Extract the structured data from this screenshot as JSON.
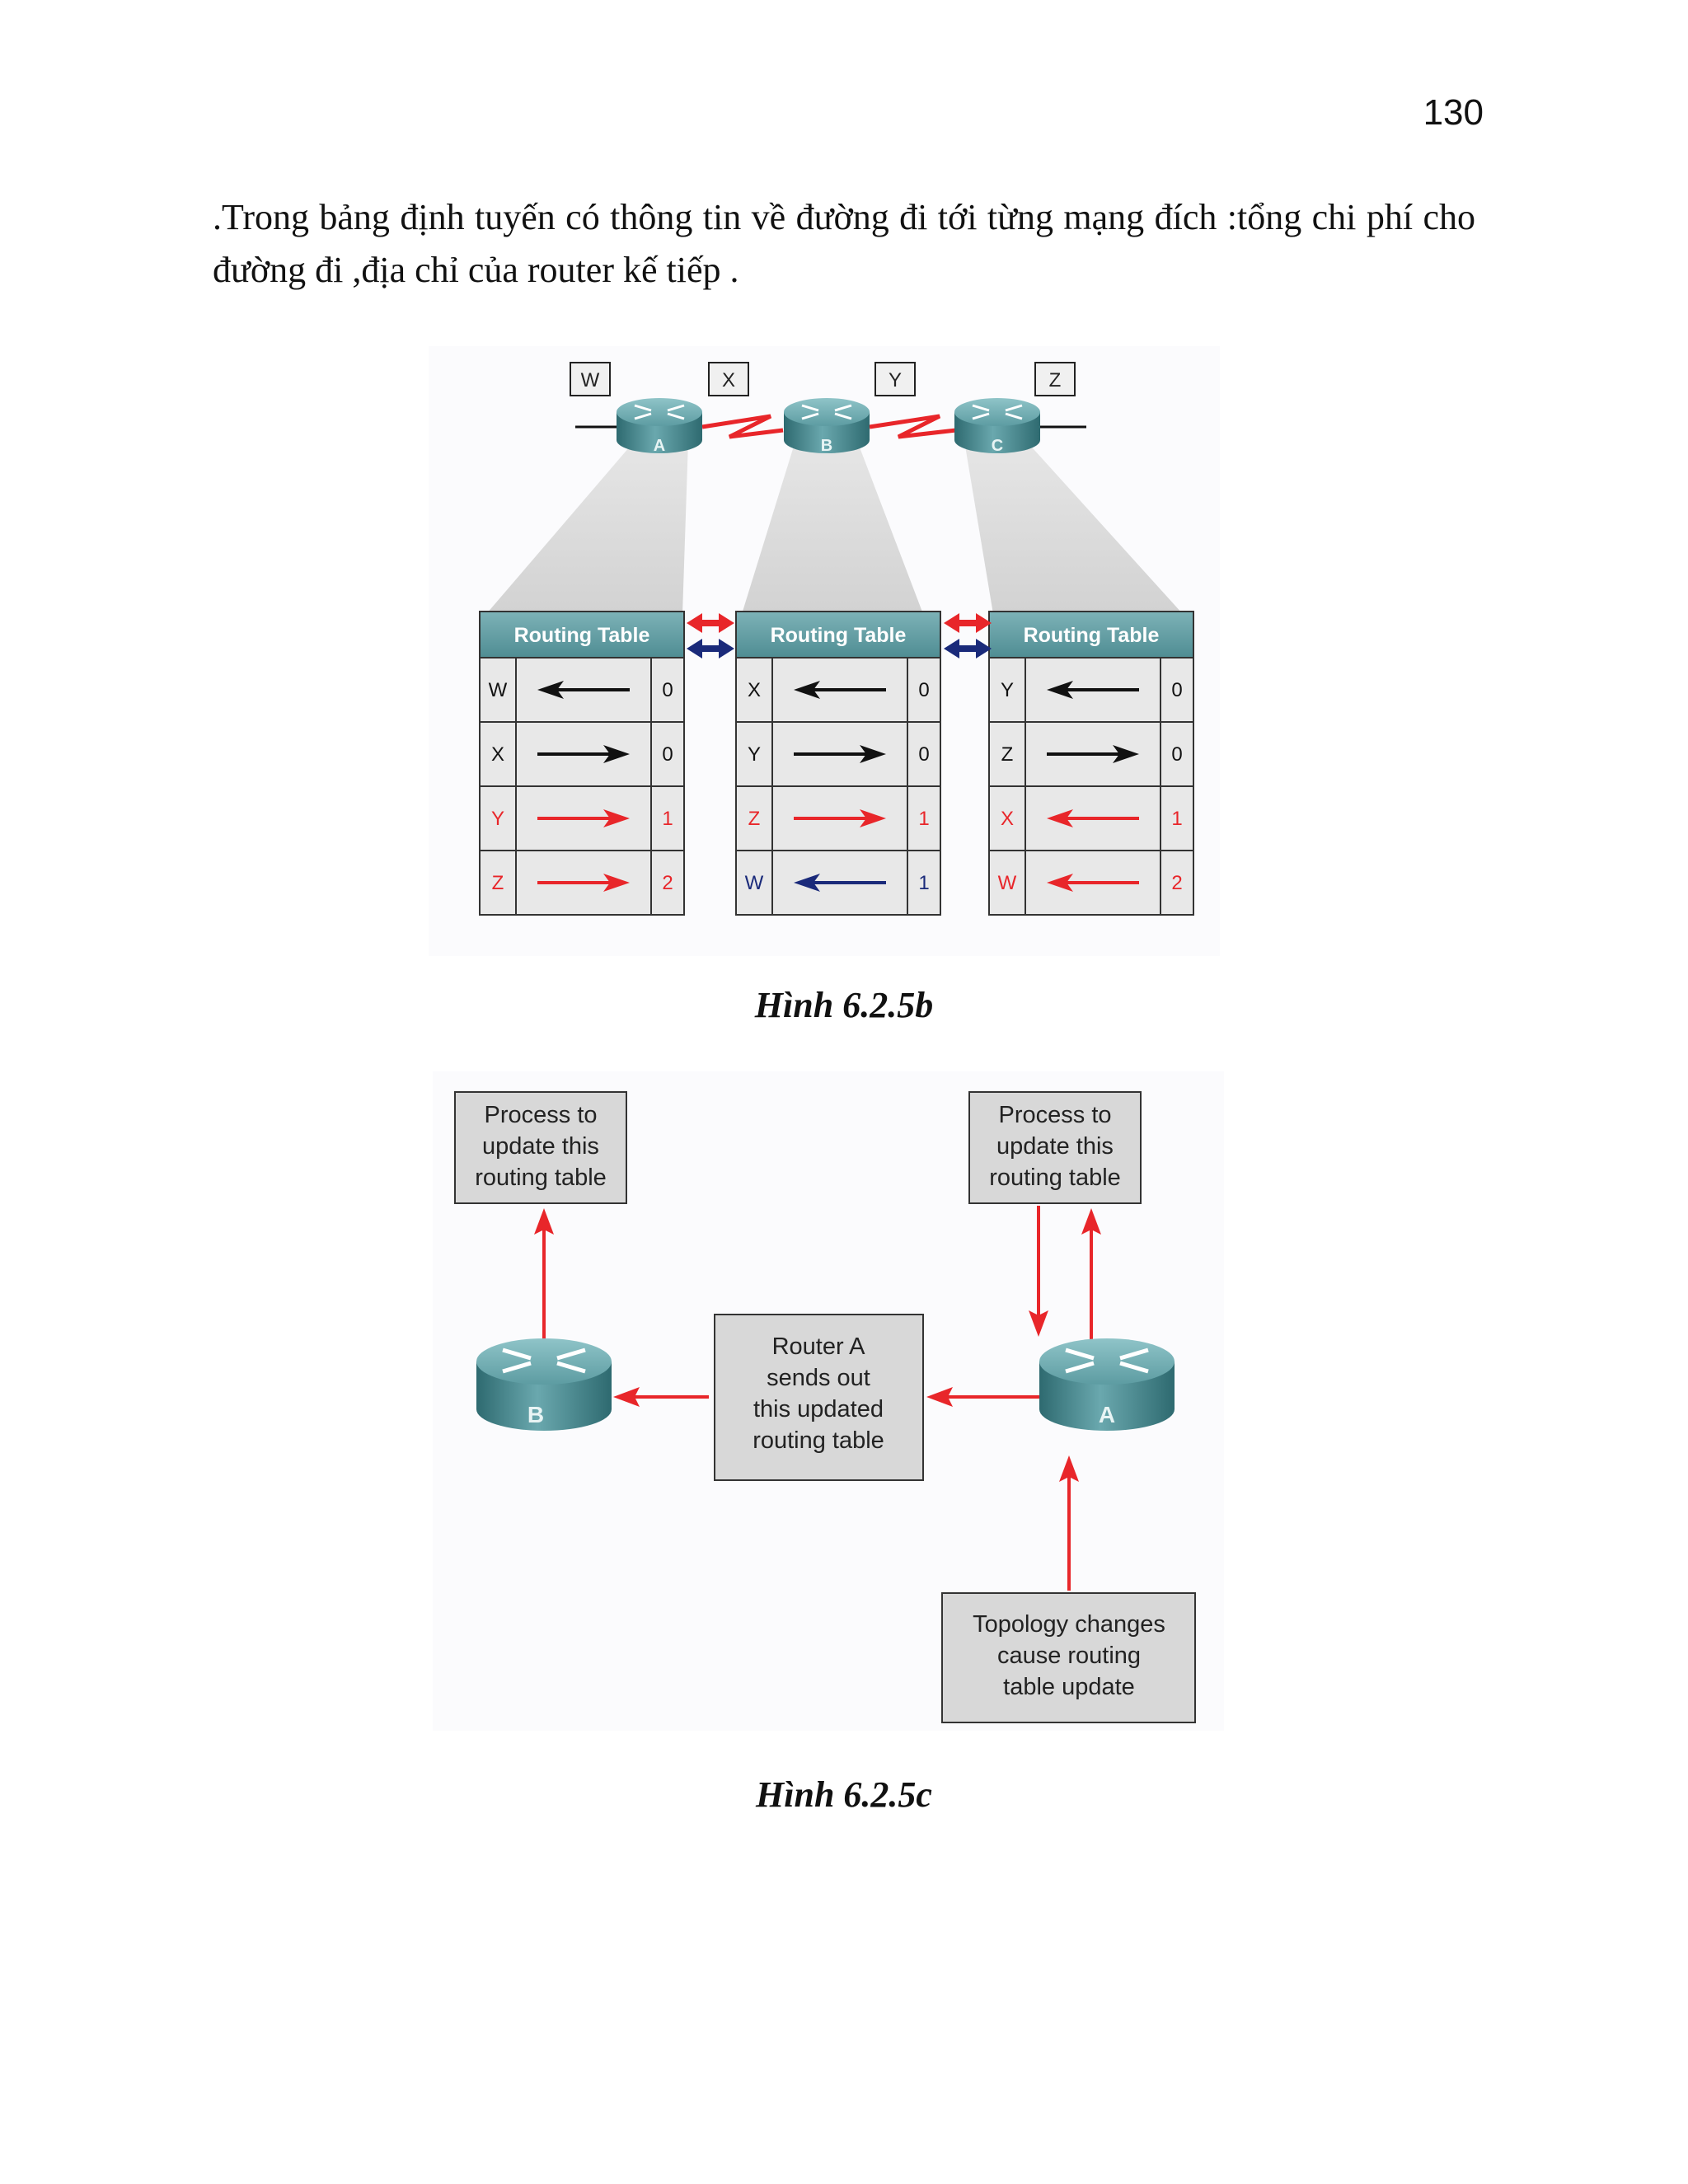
{
  "page_number": "130",
  "paragraph": ".Trong bảng định tuyến có thông tin về đường đi tới từng mạng đích :tổng chi phí cho đường đi ,địa chỉ của router kế tiếp .",
  "figure_b": {
    "networks": [
      "W",
      "X",
      "Y",
      "Z"
    ],
    "routers": [
      "A",
      "B",
      "C"
    ],
    "table_header": "Routing Table",
    "tables": [
      {
        "rows": [
          {
            "dest": "W",
            "cost": "0",
            "color": "#111111",
            "dir": "left"
          },
          {
            "dest": "X",
            "cost": "0",
            "color": "#111111",
            "dir": "right"
          },
          {
            "dest": "Y",
            "cost": "1",
            "color": "#e8262a",
            "dir": "right"
          },
          {
            "dest": "Z",
            "cost": "2",
            "color": "#e8262a",
            "dir": "right"
          }
        ]
      },
      {
        "rows": [
          {
            "dest": "X",
            "cost": "0",
            "color": "#111111",
            "dir": "left"
          },
          {
            "dest": "Y",
            "cost": "0",
            "color": "#111111",
            "dir": "right"
          },
          {
            "dest": "Z",
            "cost": "1",
            "color": "#e8262a",
            "dir": "right"
          },
          {
            "dest": "W",
            "cost": "1",
            "color": "#1a2a7a",
            "dir": "left"
          }
        ]
      },
      {
        "rows": [
          {
            "dest": "Y",
            "cost": "0",
            "color": "#111111",
            "dir": "left"
          },
          {
            "dest": "Z",
            "cost": "0",
            "color": "#111111",
            "dir": "right"
          },
          {
            "dest": "X",
            "cost": "1",
            "color": "#e8262a",
            "dir": "left"
          },
          {
            "dest": "W",
            "cost": "2",
            "color": "#e8262a",
            "dir": "left"
          }
        ]
      }
    ],
    "caption": "Hình 6.2.5b"
  },
  "figure_c": {
    "box_process_left": [
      "Process to",
      "update this",
      "routing table"
    ],
    "box_process_right": [
      "Process to",
      "update this",
      "routing table"
    ],
    "box_router_sends": [
      "Router A",
      "sends out",
      "this updated",
      "routing table"
    ],
    "box_topology": [
      "Topology changes",
      "cause routing",
      "table update"
    ],
    "router_left": "B",
    "router_right": "A",
    "caption": "Hình 6.2.5c"
  },
  "colors": {
    "teal_header": "#5c9aa0",
    "router": "#4f8e94",
    "link_red": "#e8262a",
    "dark_blue": "#1a2a7a",
    "box_gray": "#d8d8d8"
  }
}
